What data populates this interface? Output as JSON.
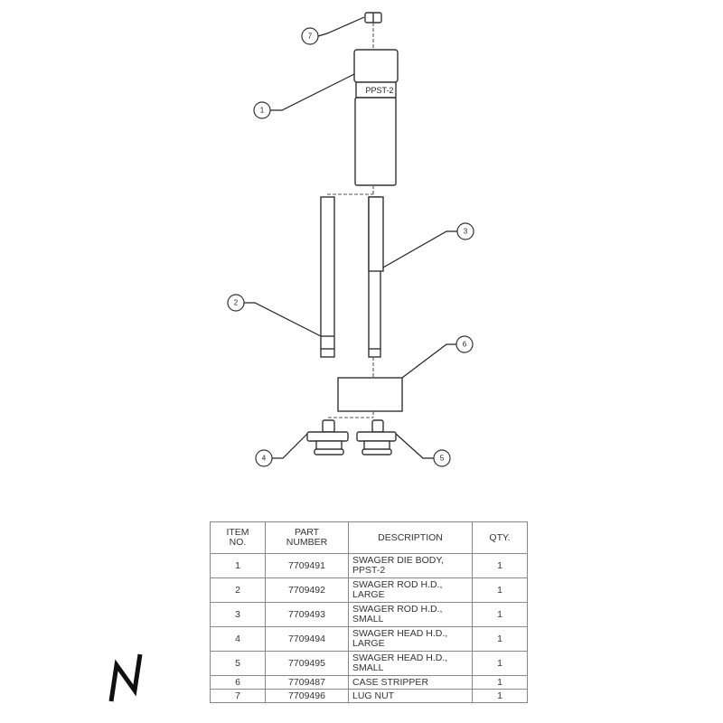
{
  "diagram": {
    "die_marking": "PPST-2",
    "balloons": [
      "1",
      "2",
      "3",
      "4",
      "5",
      "6",
      "7"
    ]
  },
  "parts_table": {
    "headers": {
      "item": [
        "ITEM",
        "NO."
      ],
      "part": [
        "PART",
        "NUMBER"
      ],
      "description": "DESCRIPTION",
      "qty": "QTY."
    },
    "rows": [
      {
        "item": "1",
        "part": "7709491",
        "description": [
          "SWAGER DIE BODY,",
          "PPST-2"
        ],
        "qty": "1"
      },
      {
        "item": "2",
        "part": "7709492",
        "description": [
          "SWAGER ROD H.D.,",
          "LARGE"
        ],
        "qty": "1"
      },
      {
        "item": "3",
        "part": "7709493",
        "description": [
          "SWAGER ROD H.D.,",
          "SMALL"
        ],
        "qty": "1"
      },
      {
        "item": "4",
        "part": "7709494",
        "description": [
          "SWAGER HEAD H.D.,",
          "LARGE"
        ],
        "qty": "1"
      },
      {
        "item": "5",
        "part": "7709495",
        "description": [
          "SWAGER HEAD H.D.,",
          "SMALL"
        ],
        "qty": "1"
      },
      {
        "item": "6",
        "part": "7709487",
        "description": [
          "CASE STRIPPER"
        ],
        "qty": "1"
      },
      {
        "item": "7",
        "part": "7709496",
        "description": [
          "LUG NUT"
        ],
        "qty": "1"
      }
    ]
  }
}
